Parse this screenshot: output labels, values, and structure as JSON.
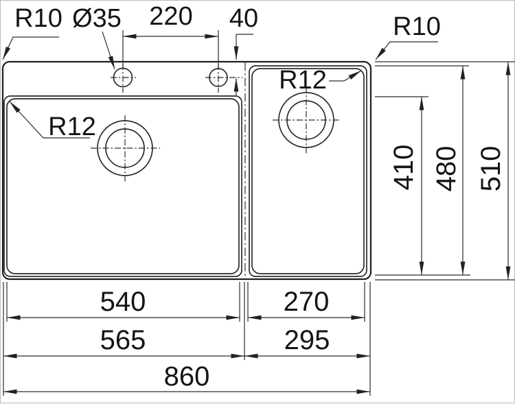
{
  "drawing": {
    "type": "technical-dimension-drawing",
    "subject": "double-bowl inset kitchen sink, top view",
    "units": "mm",
    "labels": {
      "top_left_radius": "R10",
      "tap_hole_diameter": "Ø35",
      "tap_hole_spacing": "220",
      "tap_hole_offset": "40",
      "top_right_radius": "R10",
      "left_bowl_radius": "R12",
      "right_bowl_radius": "R12",
      "left_bowl_inner_width": "540",
      "right_bowl_inner_width": "270",
      "left_section_width": "565",
      "right_section_width": "295",
      "overall_width": "860",
      "bowl_depth": "410",
      "right_bowl_outer_depth": "480",
      "overall_depth": "510"
    },
    "dimensions_mm": {
      "overall_width": 860,
      "overall_depth": 510,
      "left_bowl_inner_width": 540,
      "left_section_width": 565,
      "right_bowl_inner_width": 270,
      "right_section_width": 295,
      "bowl_depth": 410,
      "right_bowl_outer_depth": 480,
      "tap_hole_diameter": 35,
      "tap_hole_spacing": 220,
      "tap_hole_offset_from_rear_edge": 40,
      "outer_corner_radius": 10,
      "bowl_corner_radius": 12
    },
    "colors": {
      "line": "#222222",
      "text": "#141414",
      "background": "#ffffff"
    }
  }
}
